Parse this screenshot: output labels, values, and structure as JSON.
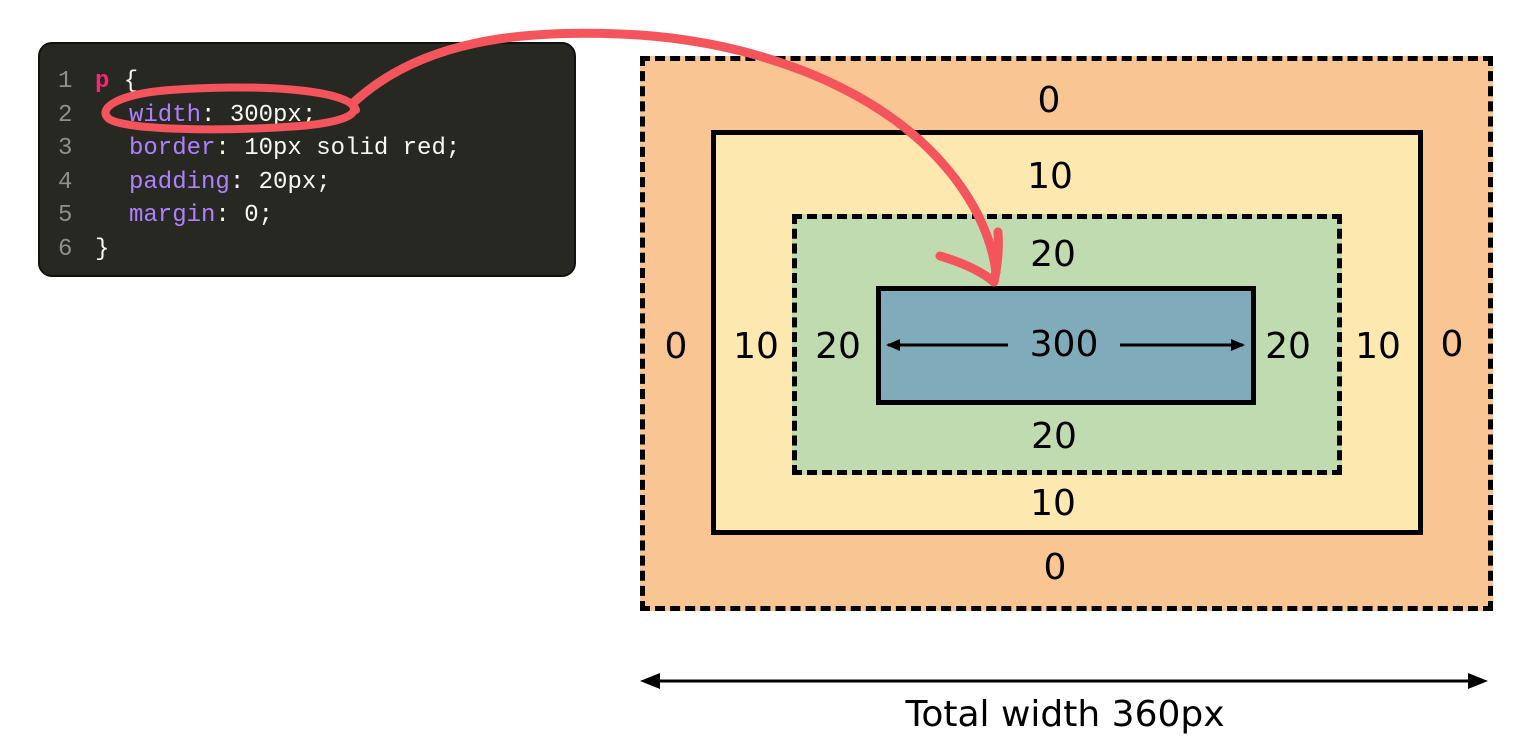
{
  "code": {
    "lines": [
      {
        "num": "1",
        "selector": "p",
        "open": " {"
      },
      {
        "num": "2",
        "prop": "width",
        "value": ": 300px;"
      },
      {
        "num": "3",
        "prop": "border",
        "value": ": 10px solid red;"
      },
      {
        "num": "4",
        "prop": "padding",
        "value": ": 20px;"
      },
      {
        "num": "5",
        "prop": "margin",
        "value": ": 0;"
      },
      {
        "num": "6",
        "close": "}"
      }
    ]
  },
  "diagram": {
    "margin": {
      "top": "0",
      "right": "0",
      "bottom": "0",
      "left": "0",
      "fill": "#f9c593"
    },
    "border": {
      "top": "10",
      "right": "10",
      "bottom": "10",
      "left": "10",
      "fill": "#fde8b0"
    },
    "padding": {
      "top": "20",
      "right": "20",
      "bottom": "20",
      "left": "20",
      "fill": "#c0dbb0"
    },
    "content": {
      "width": "300",
      "fill": "#80abba"
    },
    "total_label": "Total width 360px",
    "highlight_color": "#f4545b"
  }
}
